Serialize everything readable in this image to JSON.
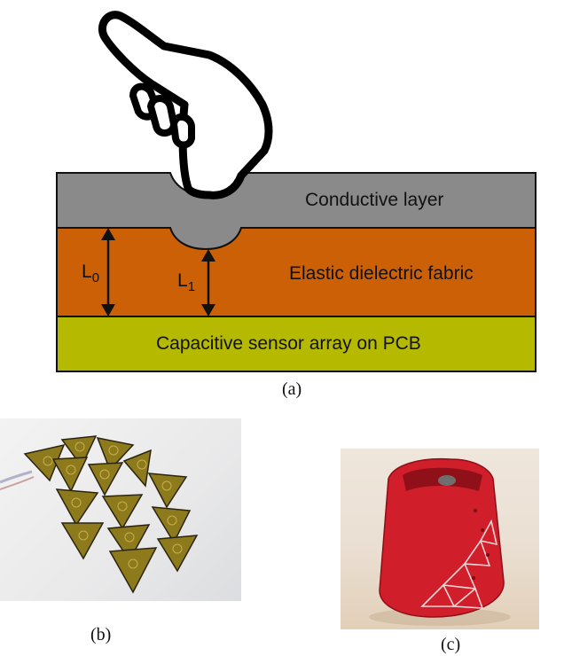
{
  "diagram": {
    "layers": {
      "conductive": "Conductive layer",
      "dielectric": "Elastic dielectric fabric",
      "pcb": "Capacitive sensor array on PCB"
    },
    "dimensions": {
      "l0_main": "L",
      "l0_sub": "0",
      "l1_main": "L",
      "l1_sub": "1"
    },
    "colors": {
      "conductive": "#8a8a8a",
      "dielectric": "#cc6007",
      "pcb": "#b5b900",
      "outline": "#111111"
    },
    "icons": [
      "pointing-hand-icon",
      "double-arrow-icon"
    ]
  },
  "captions": {
    "a": "(a)",
    "b": "(b)",
    "c": "(c)"
  }
}
